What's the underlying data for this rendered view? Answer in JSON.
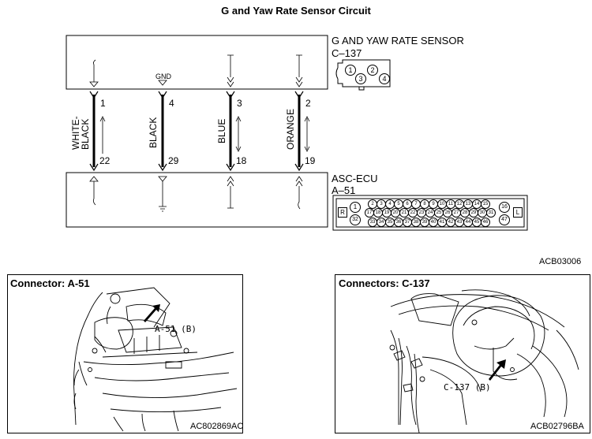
{
  "title": "G and Yaw Rate Sensor Circuit",
  "sensor": {
    "name": "G AND YAW RATE SENSOR",
    "connector": "C–137",
    "pins": [
      "1",
      "2",
      "3",
      "4"
    ]
  },
  "ecu": {
    "name": "ASC-ECU",
    "connector": "A–51",
    "left_marker": "R",
    "right_marker": "L",
    "row1": [
      "2",
      "3",
      "4",
      "5",
      "6",
      "7",
      "8",
      "9",
      "10",
      "11",
      "12",
      "13",
      "14",
      "15"
    ],
    "row2": [
      "17",
      "18",
      "19",
      "20",
      "21",
      "22",
      "23",
      "24",
      "25",
      "26",
      "27",
      "28",
      "29",
      "30",
      "31"
    ],
    "row3": [
      "33",
      "34",
      "35",
      "36",
      "37",
      "38",
      "39",
      "40",
      "41",
      "42",
      "43",
      "44",
      "45",
      "46"
    ],
    "side_left": [
      "1",
      "32"
    ],
    "side_right": [
      "16",
      "47"
    ]
  },
  "wires": [
    {
      "sensor_pin": "1",
      "ecu_pin": "22",
      "color": "WHITE-\nBLACK"
    },
    {
      "sensor_pin": "4",
      "ecu_pin": "29",
      "color": "BLACK",
      "sensor_terminal": "GND"
    },
    {
      "sensor_pin": "3",
      "ecu_pin": "18",
      "color": "BLUE"
    },
    {
      "sensor_pin": "2",
      "ecu_pin": "19",
      "color": "ORANGE"
    }
  ],
  "figure_code": "ACB03006",
  "panels": [
    {
      "title": "Connector: A-51",
      "callout": "A-51 (B)",
      "code": "AC802869AC"
    },
    {
      "title": "Connectors: C-137",
      "callout": "C-137 (B)",
      "code": "ACB02796BA"
    }
  ]
}
